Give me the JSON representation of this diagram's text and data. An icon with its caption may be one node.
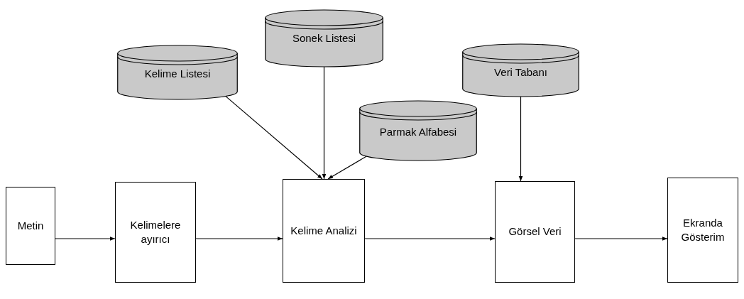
{
  "diagram": {
    "nodes": [
      {
        "text": [
          "Kelime Listesi"
        ]
      },
      {
        "text": [
          "Sonek Listesi"
        ]
      },
      {
        "text": [
          "Parmak Alfabesi"
        ]
      },
      {
        "text": [
          "Veri Tabanı"
        ]
      },
      {
        "text": [
          "Metin"
        ]
      },
      {
        "text": [
          "Kelimelere ayırıcı"
        ]
      },
      {
        "text": [
          "Kelime Analizi"
        ]
      },
      {
        "text": [
          "Görsel Veri"
        ]
      },
      {
        "text": [
          "Ekranda Gösterim"
        ]
      }
    ],
    "edges": [
      {
        "from": 4,
        "to": 5,
        "arrow": "to"
      },
      {
        "from": 5,
        "to": 6,
        "arrow": "to"
      },
      {
        "from": 6,
        "to": 7,
        "arrow": "to"
      },
      {
        "from": 7,
        "to": 8,
        "arrow": "to"
      },
      {
        "from": 0,
        "to": 6,
        "arrow": "to"
      },
      {
        "from": 1,
        "to": 6,
        "arrow": "to"
      },
      {
        "from": 2,
        "to": 6,
        "arrow": "to"
      },
      {
        "from": 3,
        "to": 7,
        "arrow": "to"
      }
    ]
  }
}
